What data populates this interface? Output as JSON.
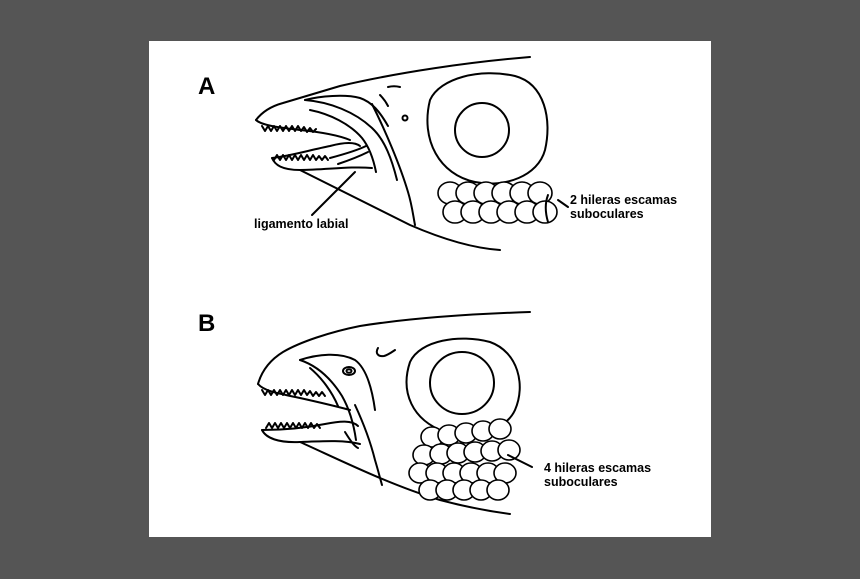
{
  "figure": {
    "panels": [
      {
        "letter": "A",
        "labels": {
          "ligament": "ligamento labial",
          "scales_line1": "2 hileras escamas",
          "scales_line2": "suboculares"
        }
      },
      {
        "letter": "B",
        "labels": {
          "scales_line1": "4 hileras escamas",
          "scales_line2": "suboculares"
        }
      }
    ]
  },
  "colors": {
    "background": "#555555",
    "panel": "#ffffff",
    "ink": "#000000"
  }
}
